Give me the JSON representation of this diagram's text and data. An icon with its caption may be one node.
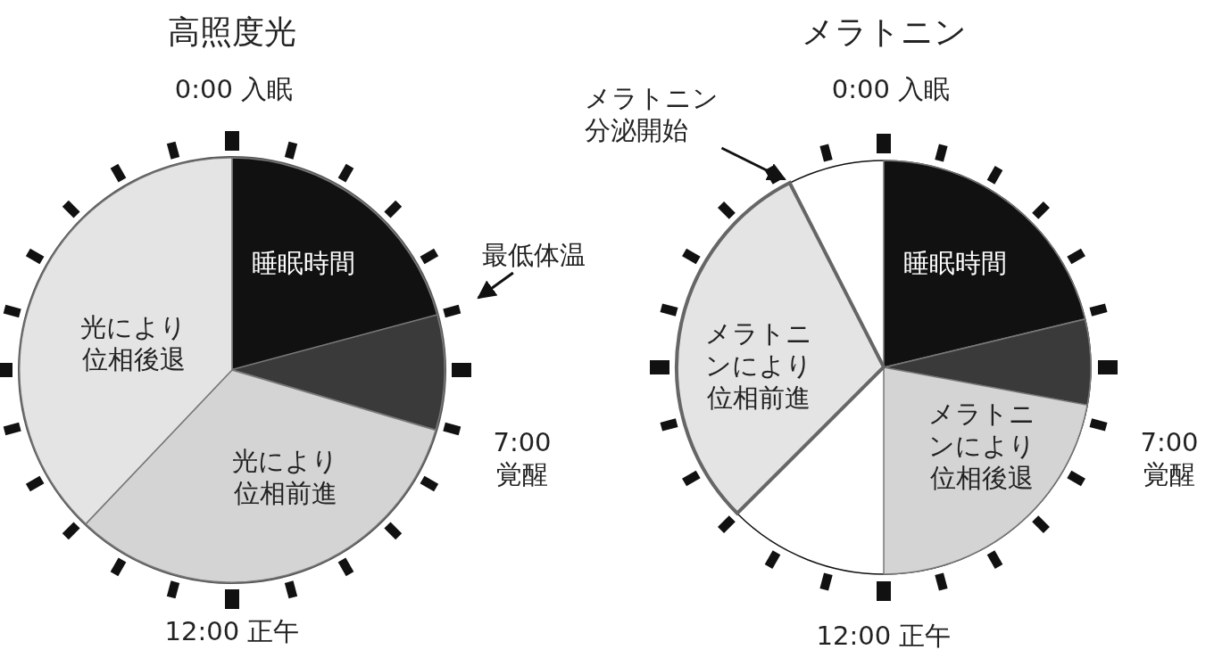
{
  "diagram": {
    "nodes": [
      {
        "text": [
          "睡眠時間"
        ]
      },
      {
        "text": [],
        "shape": "wedge"
      },
      {
        "text": [
          "光により位相前進"
        ]
      },
      {
        "text": [
          "光により位相後退"
        ]
      },
      {
        "text": [
          "最低体温"
        ]
      },
      {
        "text": [
          "睡眠時間"
        ]
      },
      {
        "text": [],
        "shape": "wedge"
      },
      {
        "text": [
          "メラトニンにより位相後退"
        ]
      },
      {
        "text": [
          "メラトニンにより位相前進"
        ]
      },
      {
        "text": [
          "メラトニン分泌開始"
        ]
      }
    ],
    "edges": [
      {
        "from": 4,
        "to": null,
        "arrow": "to"
      },
      {
        "from": 9,
        "to": 8,
        "arrow": "to"
      }
    ],
    "labels": [
      "高照度光",
      "メラトニン",
      "0:00 入眠",
      "0:00 入眠",
      "7:00 覚醒",
      "7:00 覚醒",
      "12:00 正午",
      "12:00 正午"
    ]
  }
}
